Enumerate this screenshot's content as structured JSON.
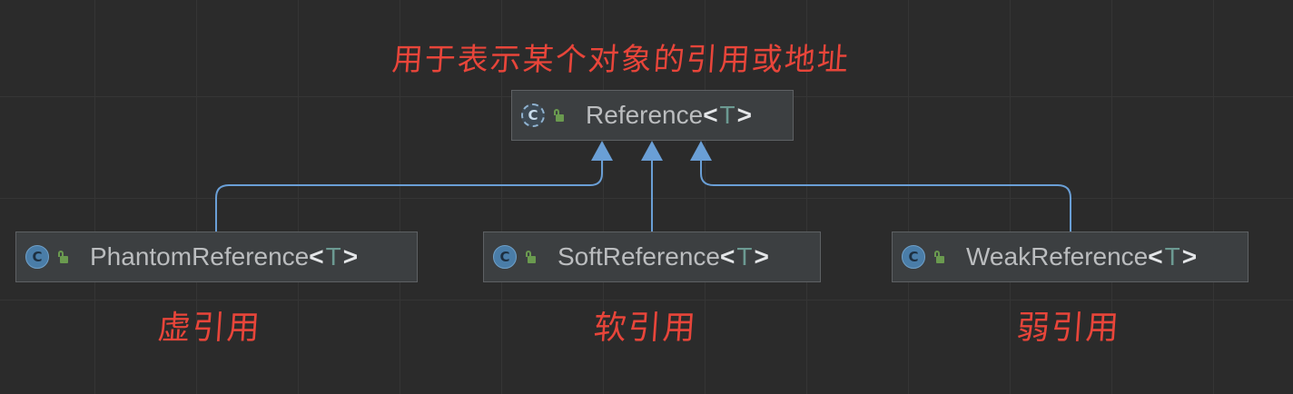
{
  "annotations": {
    "top": "用于表示某个对象的引用或地址",
    "phantom": "虚引用",
    "soft": "软引用",
    "weak": "弱引用"
  },
  "classes": {
    "reference": {
      "name": "Reference",
      "open": "<",
      "type_param": "T",
      "close": ">",
      "icon": "abstract-class-icon",
      "icon_letter": "C"
    },
    "phantom": {
      "name": "PhantomReference",
      "open": "<",
      "type_param": "T",
      "close": ">",
      "icon": "class-icon",
      "icon_letter": "C"
    },
    "soft": {
      "name": "SoftReference",
      "open": "<",
      "type_param": "T",
      "close": ">",
      "icon": "class-icon",
      "icon_letter": "C"
    },
    "weak": {
      "name": "WeakReference",
      "open": "<",
      "type_param": "T",
      "close": ">",
      "icon": "class-icon",
      "icon_letter": "C"
    }
  },
  "relations": [
    {
      "from": "phantom",
      "to": "reference",
      "type": "extends"
    },
    {
      "from": "soft",
      "to": "reference",
      "type": "extends"
    },
    {
      "from": "weak",
      "to": "reference",
      "type": "extends"
    }
  ],
  "colors": {
    "background": "#2b2b2b",
    "annotation": "#e8453a",
    "edge": "#6a9fd6",
    "lock": "#6a9a4f"
  }
}
